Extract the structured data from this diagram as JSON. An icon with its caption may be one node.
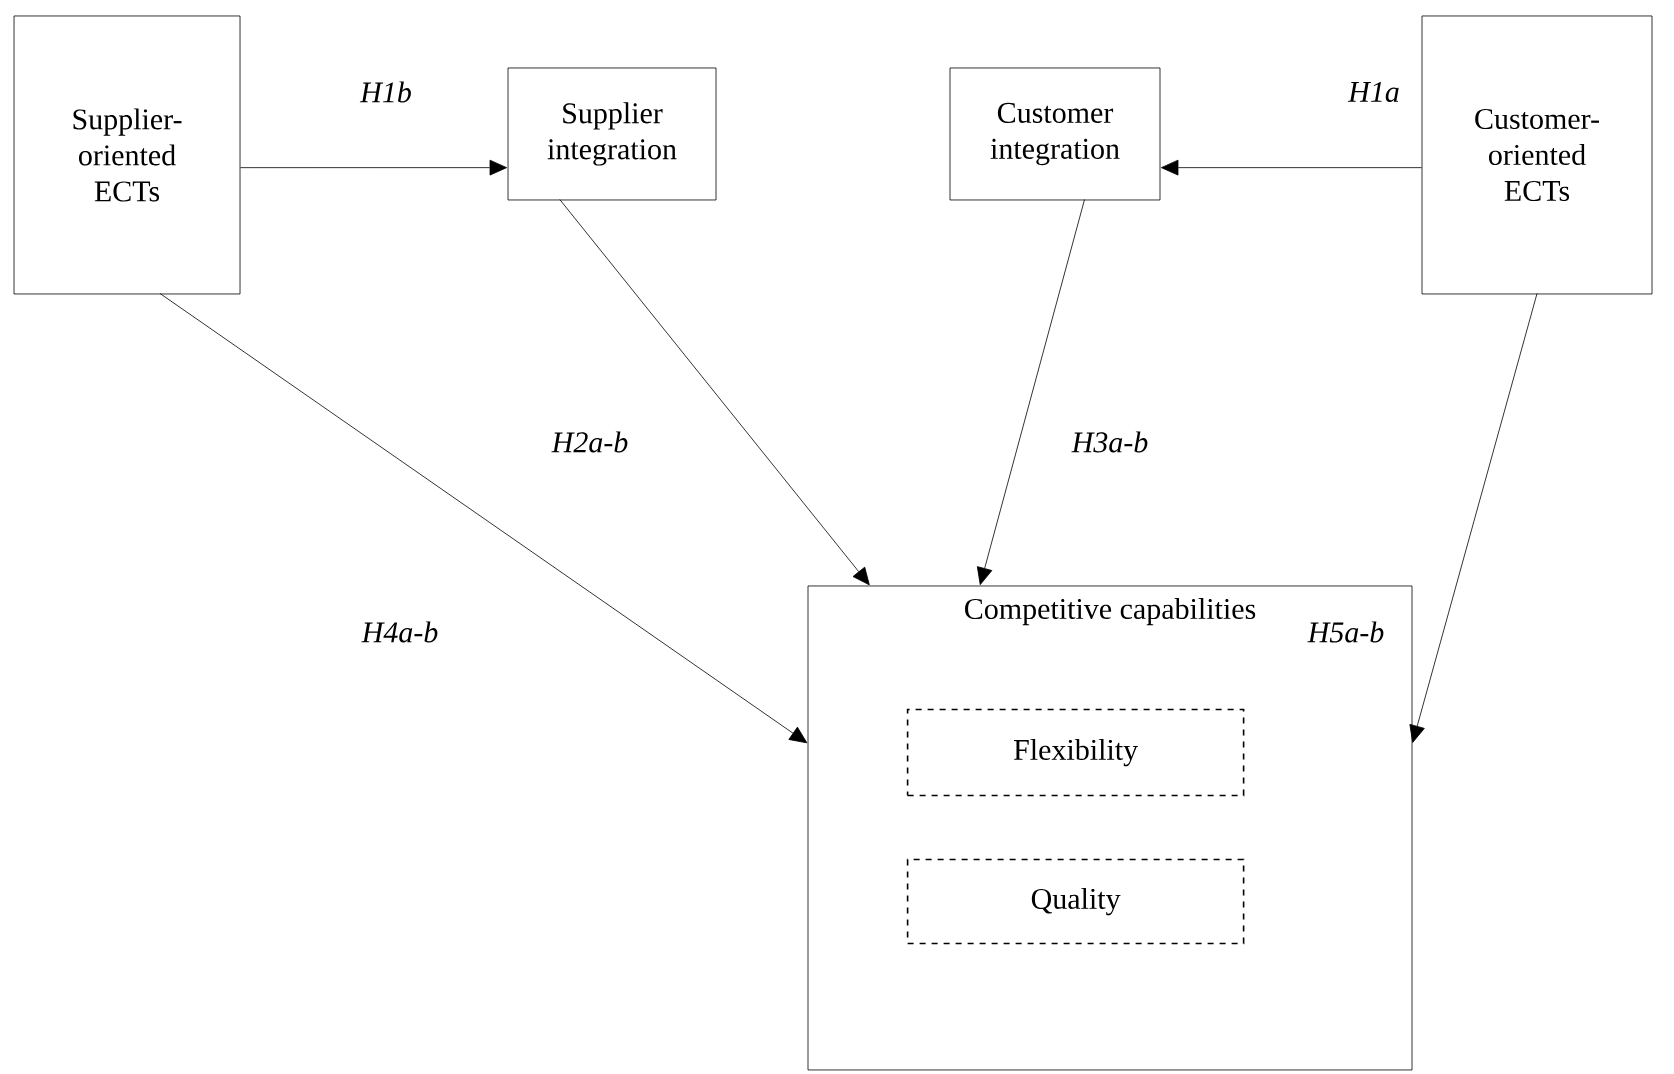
{
  "diagram": {
    "nodes": [
      {
        "text": [
          "Supplier-oriented ECTs"
        ]
      },
      {
        "text": [
          "Supplier integration"
        ]
      },
      {
        "text": [
          "Customer integration"
        ]
      },
      {
        "text": [
          "Customer-oriented ECTs"
        ]
      },
      {
        "text": [
          "Competitive capabilities"
        ]
      },
      {
        "text": [
          "Flexibility"
        ],
        "in": 4
      },
      {
        "text": [
          "Quality"
        ],
        "in": 4
      }
    ],
    "edges": [
      {
        "from": 0,
        "to": 1,
        "arrow": "to",
        "label": "H1b"
      },
      {
        "from": 3,
        "to": 2,
        "arrow": "to",
        "label": "H1a"
      },
      {
        "from": 1,
        "to": 4,
        "arrow": "to",
        "label": "H2a-b"
      },
      {
        "from": 2,
        "to": 4,
        "arrow": "to",
        "label": "H3a-b"
      },
      {
        "from": 0,
        "to": 4,
        "arrow": "to",
        "label": "H4a-b"
      },
      {
        "from": 3,
        "to": 4,
        "arrow": "to",
        "label": "H5a-b"
      }
    ]
  }
}
